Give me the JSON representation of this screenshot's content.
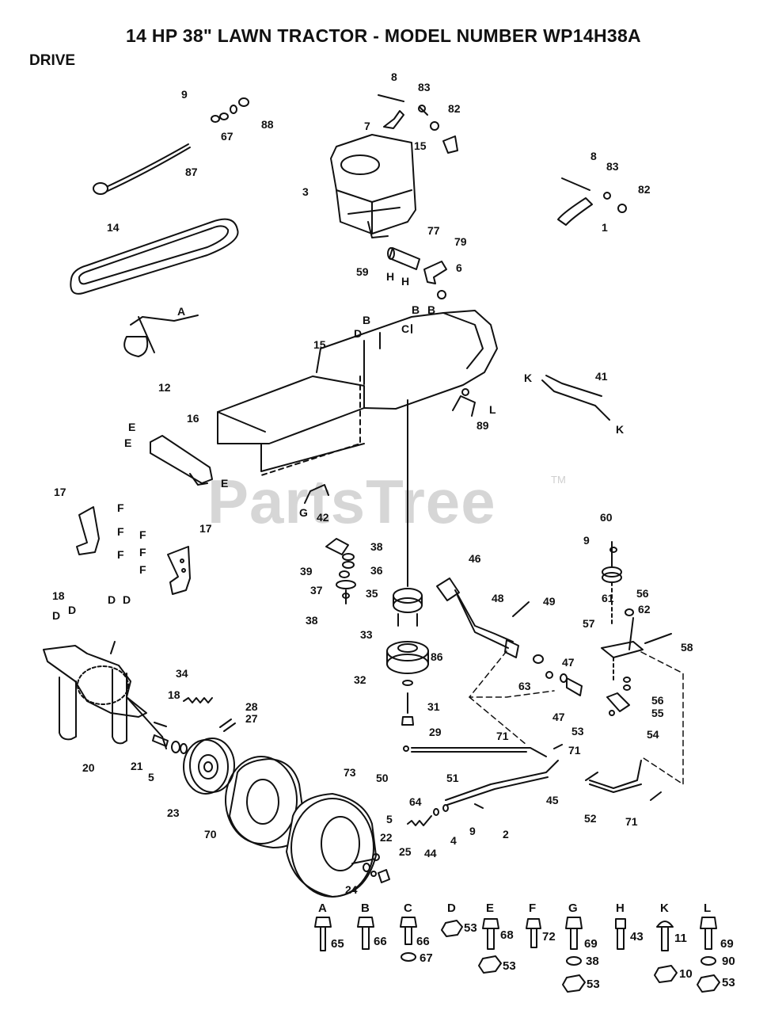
{
  "title": "14 HP 38\" LAWN TRACTOR - MODEL NUMBER WP14H38A",
  "section": "DRIVE",
  "watermark": "PartsTree",
  "watermark_tm": "TM",
  "labels": [
    {
      "id": "l9a",
      "t": "9"
    },
    {
      "id": "l67a",
      "t": "67"
    },
    {
      "id": "l88",
      "t": "88"
    },
    {
      "id": "l87",
      "t": "87"
    },
    {
      "id": "l8a",
      "t": "8"
    },
    {
      "id": "l83a",
      "t": "83"
    },
    {
      "id": "l82a",
      "t": "82"
    },
    {
      "id": "l7",
      "t": "7"
    },
    {
      "id": "l15a",
      "t": "15"
    },
    {
      "id": "l3",
      "t": "3"
    },
    {
      "id": "l8b",
      "t": "8"
    },
    {
      "id": "l83b",
      "t": "83"
    },
    {
      "id": "l82b",
      "t": "82"
    },
    {
      "id": "l1",
      "t": "1"
    },
    {
      "id": "l14",
      "t": "14"
    },
    {
      "id": "l77",
      "t": "77"
    },
    {
      "id": "l79",
      "t": "79"
    },
    {
      "id": "l6",
      "t": "6"
    },
    {
      "id": "l59",
      "t": "59"
    },
    {
      "id": "lH1",
      "t": "H"
    },
    {
      "id": "lH2",
      "t": "H"
    },
    {
      "id": "lB1",
      "t": "B"
    },
    {
      "id": "lB2",
      "t": "B"
    },
    {
      "id": "lB3",
      "t": "B"
    },
    {
      "id": "lD1",
      "t": "D"
    },
    {
      "id": "lC1",
      "t": "C"
    },
    {
      "id": "l15b",
      "t": "15"
    },
    {
      "id": "lA1",
      "t": "A"
    },
    {
      "id": "l12",
      "t": "12"
    },
    {
      "id": "lK1",
      "t": "K"
    },
    {
      "id": "l41",
      "t": "41"
    },
    {
      "id": "lK2",
      "t": "K"
    },
    {
      "id": "lL1",
      "t": "L"
    },
    {
      "id": "l89",
      "t": "89"
    },
    {
      "id": "l16",
      "t": "16"
    },
    {
      "id": "lE1",
      "t": "E"
    },
    {
      "id": "lE2",
      "t": "E"
    },
    {
      "id": "lE3",
      "t": "E"
    },
    {
      "id": "l17a",
      "t": "17"
    },
    {
      "id": "lF1",
      "t": "F"
    },
    {
      "id": "lF2",
      "t": "F"
    },
    {
      "id": "lF3",
      "t": "F"
    },
    {
      "id": "l17b",
      "t": "17"
    },
    {
      "id": "lF4",
      "t": "F"
    },
    {
      "id": "lF5",
      "t": "F"
    },
    {
      "id": "lF6",
      "t": "F"
    },
    {
      "id": "lG1",
      "t": "G"
    },
    {
      "id": "l42",
      "t": "42"
    },
    {
      "id": "l38a",
      "t": "38"
    },
    {
      "id": "l39",
      "t": "39"
    },
    {
      "id": "l36",
      "t": "36"
    },
    {
      "id": "l37",
      "t": "37"
    },
    {
      "id": "l35",
      "t": "35"
    },
    {
      "id": "l38b",
      "t": "38"
    },
    {
      "id": "l60",
      "t": "60"
    },
    {
      "id": "l9b",
      "t": "9"
    },
    {
      "id": "l61",
      "t": "61"
    },
    {
      "id": "l46",
      "t": "46"
    },
    {
      "id": "l48",
      "t": "48"
    },
    {
      "id": "l49",
      "t": "49"
    },
    {
      "id": "l33",
      "t": "33"
    },
    {
      "id": "l56a",
      "t": "56"
    },
    {
      "id": "l62",
      "t": "62"
    },
    {
      "id": "l57",
      "t": "57"
    },
    {
      "id": "l58",
      "t": "58"
    },
    {
      "id": "l18a",
      "t": "18"
    },
    {
      "id": "lD2",
      "t": "D"
    },
    {
      "id": "lD3",
      "t": "D"
    },
    {
      "id": "lD4",
      "t": "D"
    },
    {
      "id": "lD5",
      "t": "D"
    },
    {
      "id": "l34",
      "t": "34"
    },
    {
      "id": "l32",
      "t": "32"
    },
    {
      "id": "l86",
      "t": "86"
    },
    {
      "id": "l47a",
      "t": "47"
    },
    {
      "id": "l63",
      "t": "63"
    },
    {
      "id": "l31",
      "t": "31"
    },
    {
      "id": "l56b",
      "t": "56"
    },
    {
      "id": "l55",
      "t": "55"
    },
    {
      "id": "l18b",
      "t": "18"
    },
    {
      "id": "l28",
      "t": "28"
    },
    {
      "id": "l27",
      "t": "27"
    },
    {
      "id": "l47b",
      "t": "47"
    },
    {
      "id": "l29",
      "t": "29"
    },
    {
      "id": "l53a",
      "t": "53"
    },
    {
      "id": "l54",
      "t": "54"
    },
    {
      "id": "l20",
      "t": "20"
    },
    {
      "id": "l21",
      "t": "21"
    },
    {
      "id": "l5a",
      "t": "5"
    },
    {
      "id": "l71a",
      "t": "71"
    },
    {
      "id": "l71b",
      "t": "71"
    },
    {
      "id": "l50",
      "t": "50"
    },
    {
      "id": "l51",
      "t": "51"
    },
    {
      "id": "l73",
      "t": "73"
    },
    {
      "id": "l45",
      "t": "45"
    },
    {
      "id": "l23",
      "t": "23"
    },
    {
      "id": "l64",
      "t": "64"
    },
    {
      "id": "l52",
      "t": "52"
    },
    {
      "id": "l71c",
      "t": "71"
    },
    {
      "id": "l9c",
      "t": "9"
    },
    {
      "id": "l2",
      "t": "2"
    },
    {
      "id": "l4",
      "t": "4"
    },
    {
      "id": "l5b",
      "t": "5"
    },
    {
      "id": "l70",
      "t": "70"
    },
    {
      "id": "l44",
      "t": "44"
    },
    {
      "id": "l22",
      "t": "22"
    },
    {
      "id": "l25",
      "t": "25"
    },
    {
      "id": "l24",
      "t": "24"
    }
  ],
  "hardware": [
    {
      "letter": "A",
      "parts": [
        "65"
      ]
    },
    {
      "letter": "B",
      "parts": [
        "66"
      ]
    },
    {
      "letter": "C",
      "parts": [
        "66",
        "67"
      ]
    },
    {
      "letter": "D",
      "parts": [
        "53"
      ]
    },
    {
      "letter": "E",
      "parts": [
        "68",
        "53"
      ]
    },
    {
      "letter": "F",
      "parts": [
        "72"
      ]
    },
    {
      "letter": "G",
      "parts": [
        "69",
        "38",
        "53"
      ]
    },
    {
      "letter": "H",
      "parts": [
        "43"
      ]
    },
    {
      "letter": "K",
      "parts": [
        "11",
        "10"
      ]
    },
    {
      "letter": "L",
      "parts": [
        "69",
        "90",
        "53"
      ]
    }
  ]
}
